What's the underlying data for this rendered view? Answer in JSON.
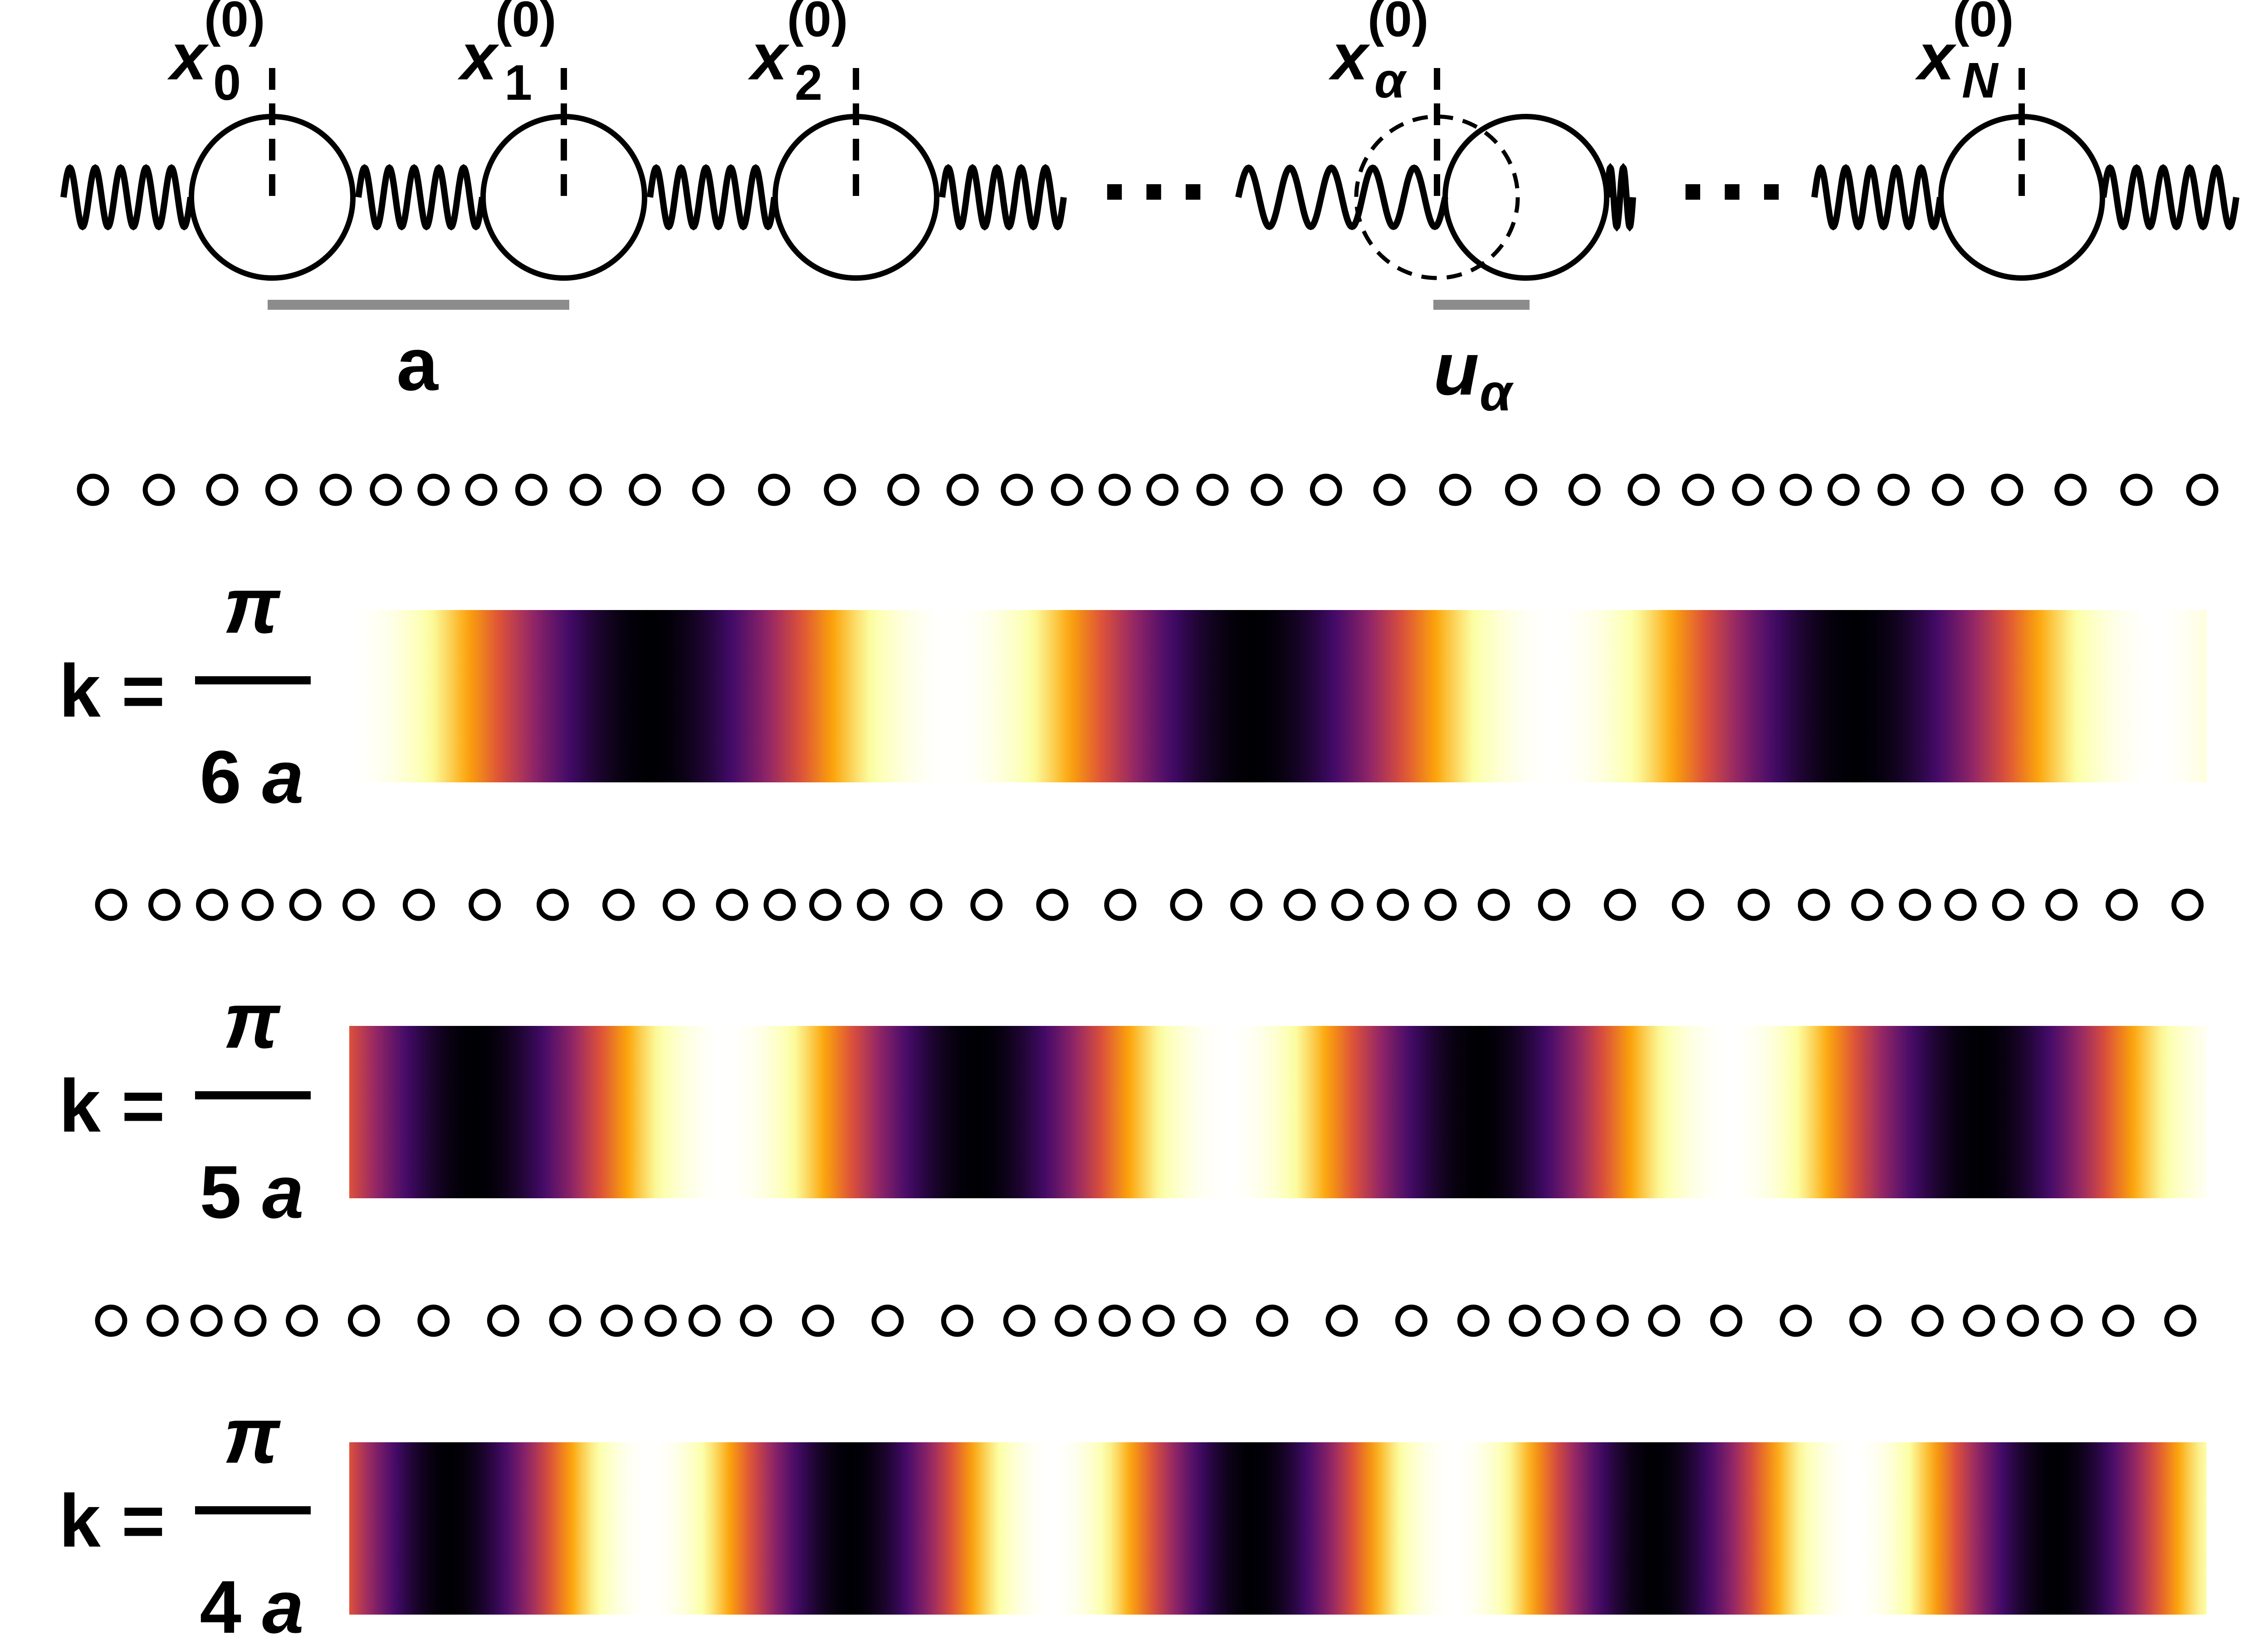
{
  "chain": {
    "masses": [
      {
        "base": "x",
        "sub": "0",
        "sup": "(0)"
      },
      {
        "base": "x",
        "sub": "1",
        "sup": "(0)"
      },
      {
        "base": "x",
        "sub": "2",
        "sup": "(0)"
      },
      {
        "base": "x",
        "sub": "α",
        "sup": "(0)"
      },
      {
        "base": "x",
        "sub": "N",
        "sup": "(0)"
      }
    ],
    "ellipsis": "···",
    "spacing_label": "a",
    "displacement_label": {
      "base": "u",
      "sub": "α"
    }
  },
  "modes": [
    {
      "k_label": "k =",
      "numerator": "π",
      "denominator_number": "6",
      "denominator_symbol": "a",
      "period_sites": 12,
      "phase_deg": 0
    },
    {
      "k_label": "k =",
      "numerator": "π",
      "denominator_number": "5",
      "denominator_symbol": "a",
      "period_sites": 10,
      "phase_deg": 90
    },
    {
      "k_label": "k =",
      "numerator": "π",
      "denominator_number": "4",
      "denominator_symbol": "a",
      "period_sites": 8,
      "phase_deg": 90
    }
  ],
  "colormap": {
    "name": "inferno",
    "stops": [
      "#000004",
      "#420a68",
      "#932667",
      "#dd513a",
      "#fca50a",
      "#fcffa4",
      "#ffffff"
    ]
  }
}
